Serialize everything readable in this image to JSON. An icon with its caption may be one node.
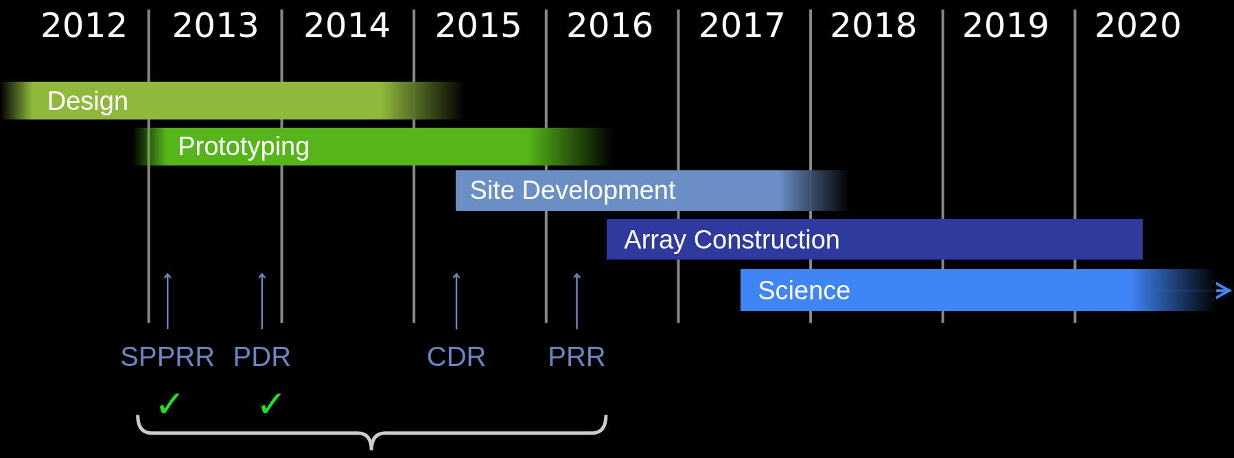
{
  "diagram": {
    "nodes": [
      {
        "text": [
          "Design"
        ]
      },
      {
        "text": [
          "Prototyping"
        ]
      },
      {
        "text": [
          "Site Development"
        ]
      },
      {
        "text": [
          "Array Construction"
        ]
      },
      {
        "text": [
          "Science"
        ]
      },
      {
        "text": [
          "SPPRR"
        ]
      },
      {
        "text": [
          "PDR"
        ]
      },
      {
        "text": [
          "CDR"
        ]
      },
      {
        "text": [
          "PRR"
        ]
      }
    ],
    "edges": [
      {
        "from": 5,
        "to": null,
        "arrow": "to"
      },
      {
        "from": 6,
        "to": null,
        "arrow": "to"
      },
      {
        "from": 7,
        "to": null,
        "arrow": "to"
      },
      {
        "from": 8,
        "to": null,
        "arrow": "to"
      }
    ],
    "labels": [
      "2012",
      "2013",
      "2014",
      "2015",
      "2016",
      "2017",
      "2018",
      "2019",
      "2020",
      "✓",
      "✓"
    ]
  }
}
